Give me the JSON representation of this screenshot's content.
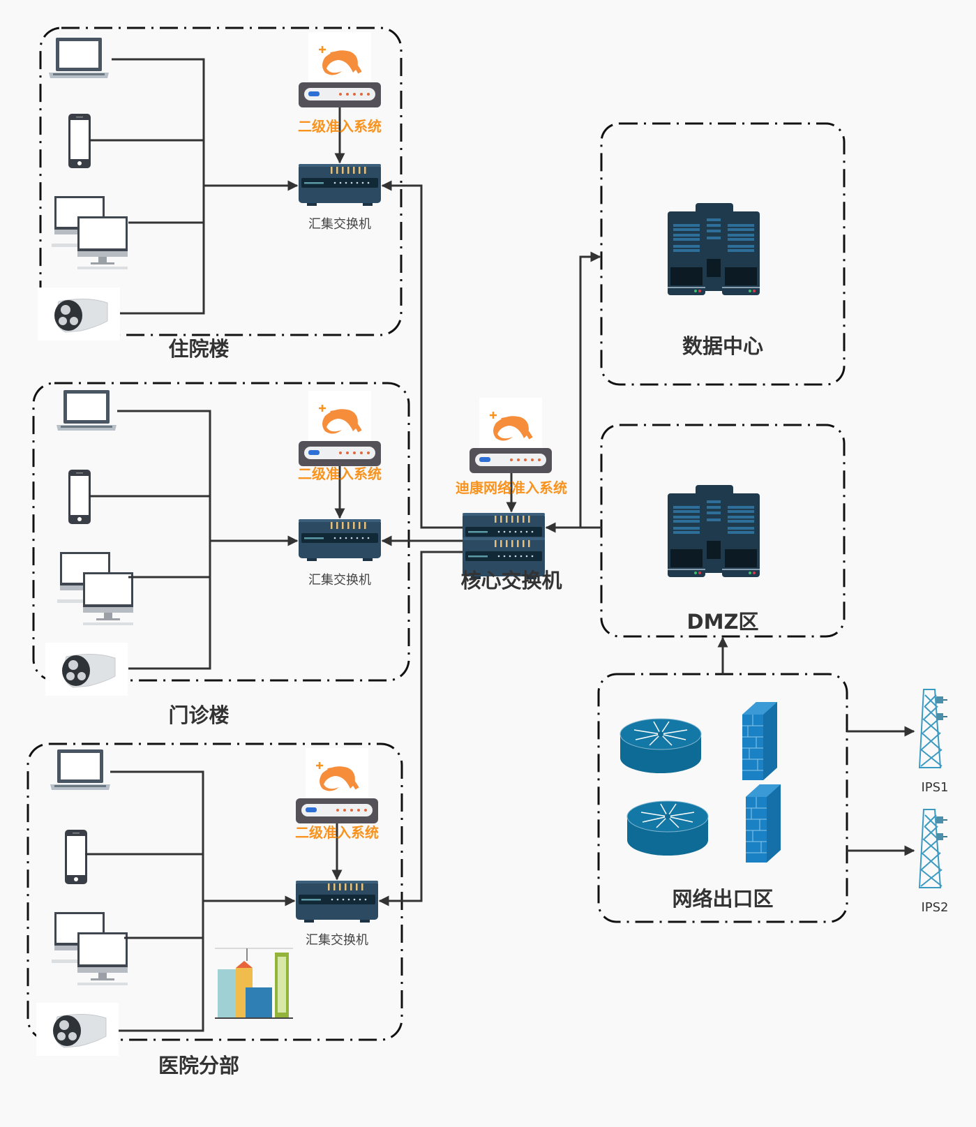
{
  "diagram": {
    "clusters": [
      {
        "id": "inpatient",
        "label": "住院楼",
        "nac_label": "二级准入系统",
        "switch_label": "汇集交换机",
        "devices": [
          "laptop",
          "phone",
          "desktops",
          "camera"
        ]
      },
      {
        "id": "outpatient",
        "label": "门诊楼",
        "nac_label": "二级准入系统",
        "switch_label": "汇集交换机",
        "devices": [
          "laptop",
          "phone",
          "desktops",
          "camera"
        ]
      },
      {
        "id": "branch",
        "label": "医院分部",
        "nac_label": "二级准入系统",
        "switch_label": "汇集交换机",
        "devices": [
          "laptop",
          "phone",
          "desktops",
          "camera",
          "buildings"
        ]
      }
    ],
    "core": {
      "label": "核心交换机",
      "nac_label": "迪康网络准入系统"
    },
    "datacenter": {
      "label": "数据中心"
    },
    "dmz": {
      "label": "DMZ区"
    },
    "egress": {
      "label": "网络出口区",
      "devices": [
        "router",
        "router",
        "firewall",
        "firewall"
      ]
    },
    "isps": [
      {
        "label": "IPS1"
      },
      {
        "label": "IPS2"
      }
    ],
    "colors": {
      "accent_orange": "#f7931e",
      "switch_navy": "#2d4a63",
      "router_blue": "#0e6b96",
      "firewall_blue": "#1a82c4",
      "tower_blue": "#3b9ac1",
      "line": "#333333"
    }
  }
}
